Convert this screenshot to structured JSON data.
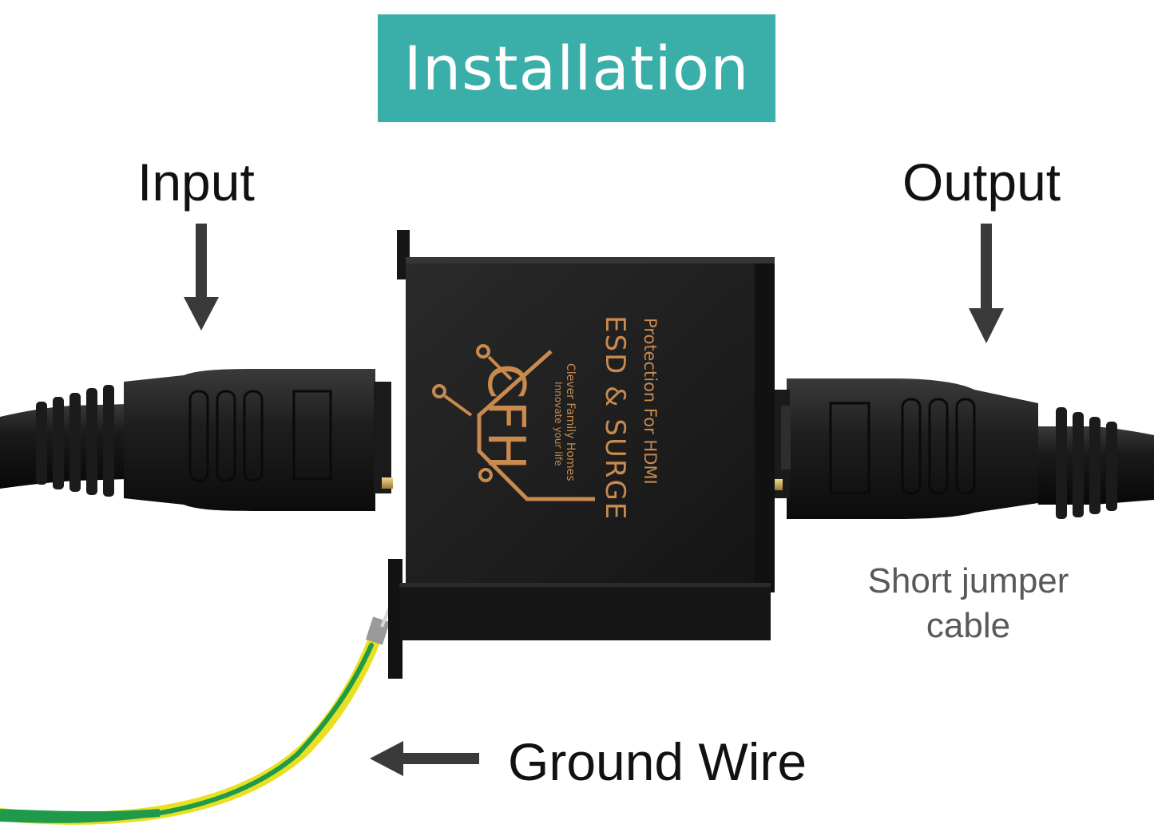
{
  "title": "Installation",
  "labels": {
    "input": "Input",
    "output": "Output",
    "ground_wire": "Ground Wire",
    "jumper_cable": "Short jumper cable"
  },
  "device": {
    "logo_letters": "CFH",
    "brand_name": "Clever Family Homes",
    "brand_tagline": "Innovate your life",
    "product_line1": "ESD & SURGE",
    "product_line2": "Protection For HDMI"
  },
  "colors": {
    "banner": "#3aafa9",
    "device_body": "#1c1c1c",
    "device_print": "#c98a4e",
    "cable": "#1a1a1a",
    "ground_wire_yellow": "#e8e020",
    "ground_wire_green": "#1e9a4a",
    "arrow": "#3a3a3a"
  },
  "icons": {
    "input_arrow": "arrow-down-icon",
    "output_arrow": "arrow-down-icon",
    "ground_arrow": "arrow-left-icon"
  }
}
